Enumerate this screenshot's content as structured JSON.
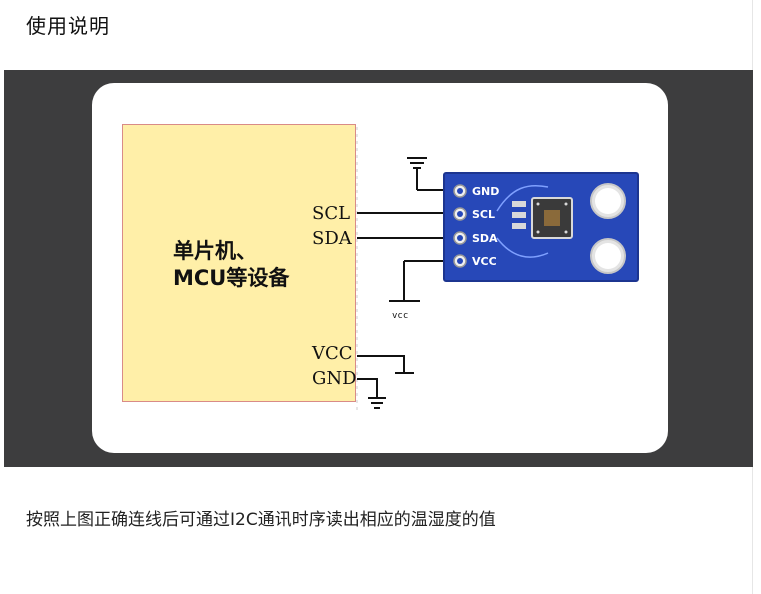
{
  "page": {
    "title": "使用说明",
    "instruction": "按照上图正确连线后可通过I2C通讯时序读出相应的温湿度的值"
  },
  "diagram": {
    "mcu": {
      "line1": "单片机、",
      "line2": "MCU等设备"
    },
    "mcu_pins": {
      "scl": "SCL",
      "sda": "SDA",
      "vcc": "VCC",
      "gnd": "GND"
    },
    "sensor_pins": [
      "GND",
      "SCL",
      "SDA",
      "VCC"
    ],
    "vcc_tag": "vcc",
    "colors": {
      "panel": "#3d3d3e",
      "mcu_fill": "#ffefa8",
      "mcu_border": "#d98b87",
      "sensor_board": "#2748b8"
    }
  }
}
